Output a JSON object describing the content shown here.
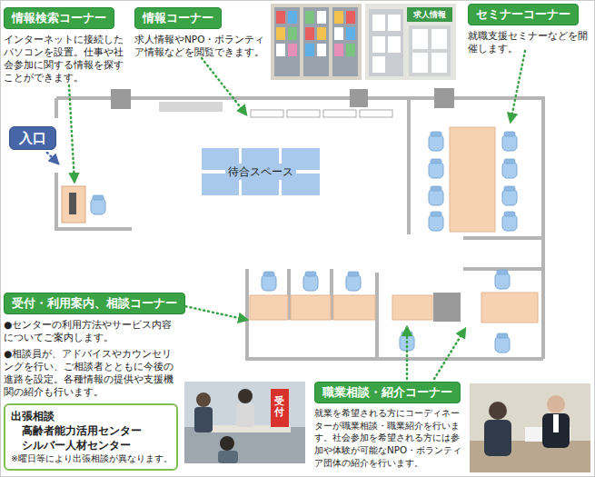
{
  "diagram": {
    "nodes": [
      {
        "text": [
          "情報検索コーナー",
          "インターネットに接続したパソコンを設置。仕事や社会参加に関する情報を探すことができます。"
        ]
      },
      {
        "text": [
          "情報コーナー",
          "求人情報やNPO・ボランティア情報などを閲覧できます。"
        ]
      },
      {
        "text": [
          "セミナーコーナー",
          "就職支援セミナーなどを開催します。"
        ]
      },
      {
        "text": [
          "入口"
        ]
      },
      {
        "text": [
          "待合スペース"
        ]
      },
      {
        "text": [
          "受付・利用案内、相談コーナー",
          "●センターの利用方法やサービス内容についてご案内します。",
          "●相談員が、アドバイスやカウンセリングを行い、ご相談者とともに今後の進路を設定。各種情報の提供や支援機関の紹介も行います。"
        ]
      },
      {
        "text": [
          "出張相談",
          "高齢者能力活用センター",
          "シルバー人材センター",
          "※曜日等により出張相談が異なります。"
        ]
      },
      {
        "text": [
          "職業相談・紹介コーナー",
          "就業を希望される方にコーディネーターが職業相談・職業紹介を行います。社会参加を希望される方には参加や体験が可能なNPO・ボランティア団体の紹介を行います。"
        ]
      }
    ],
    "labels": [
      "求人情報",
      "受付"
    ]
  }
}
